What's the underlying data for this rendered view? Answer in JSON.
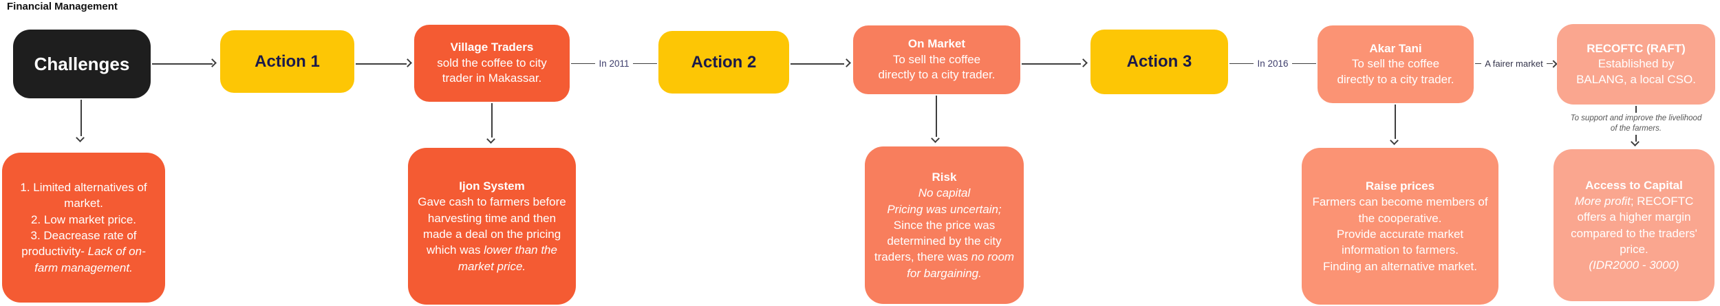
{
  "title": "Financial Management",
  "colors": {
    "black_box": "#1E1E1E",
    "yellow": "#FDC605",
    "navy_text": "#1A1A4B",
    "orange": "#F45B33",
    "salmon": "#F87E5D",
    "light_salmon": "#FB9374",
    "pale_salmon": "#FAA68F",
    "connector_line": "#3D3D3D",
    "year_label": "#3D3D6B"
  },
  "nodes": {
    "challenges": {
      "label": "Challenges"
    },
    "action1": {
      "label": "Action 1"
    },
    "village_traders": {
      "title": "Village Traders",
      "line1": "sold the coffee to city",
      "line2": "trader in Makassar."
    },
    "action2": {
      "label": "Action 2"
    },
    "on_market": {
      "title": "On Market",
      "line1": "To sell the coffee",
      "line2": "directly to a city trader."
    },
    "action3": {
      "label": "Action 3"
    },
    "akar_tani": {
      "title": "Akar Tani",
      "line1": "To sell the coffee",
      "line2": "directly to a city trader."
    },
    "recoftc": {
      "title": "RECOFTC (RAFT)",
      "line1": "Established by",
      "line2": "BALANG, a local CSO."
    }
  },
  "connectors": {
    "in2011": "In 2011",
    "in2016": "In 2016",
    "fairer_market": "A fairer market",
    "support_note_line1": "To support and improve the livelihood",
    "support_note_line2": "of the farmers."
  },
  "details": {
    "challenges_list": {
      "item1": "1. Limited alternatives of market.",
      "item2": "2. Low market price.",
      "item3_normal": "3. Deacrease rate of productivity- ",
      "item3_italic": "Lack of on-farm management."
    },
    "ijon": {
      "title": "Ijon System",
      "body_normal": "Gave cash to farmers before harvesting time and then made a deal on the pricing which was ",
      "body_italic": "lower than the market price."
    },
    "risk": {
      "title": "Risk",
      "line1_italic": "No capital",
      "line2_italic": "Pricing was uncertain;",
      "body_normal": "Since the price was determined by the city traders, there was ",
      "body_italic": "no room for bargaining."
    },
    "raise_prices": {
      "title": "Raise prices",
      "line1": "Farmers can become members of the cooperative.",
      "line2": "Provide accurate market information to farmers.",
      "line3": "Finding an alternative market."
    },
    "access_capital": {
      "title": "Access to Capital",
      "lead_italic": "More profit",
      "body_normal": "; RECOFTC offers a higher margin compared to the traders' price.",
      "tail_italic": "(IDR2000 - 3000)"
    }
  }
}
